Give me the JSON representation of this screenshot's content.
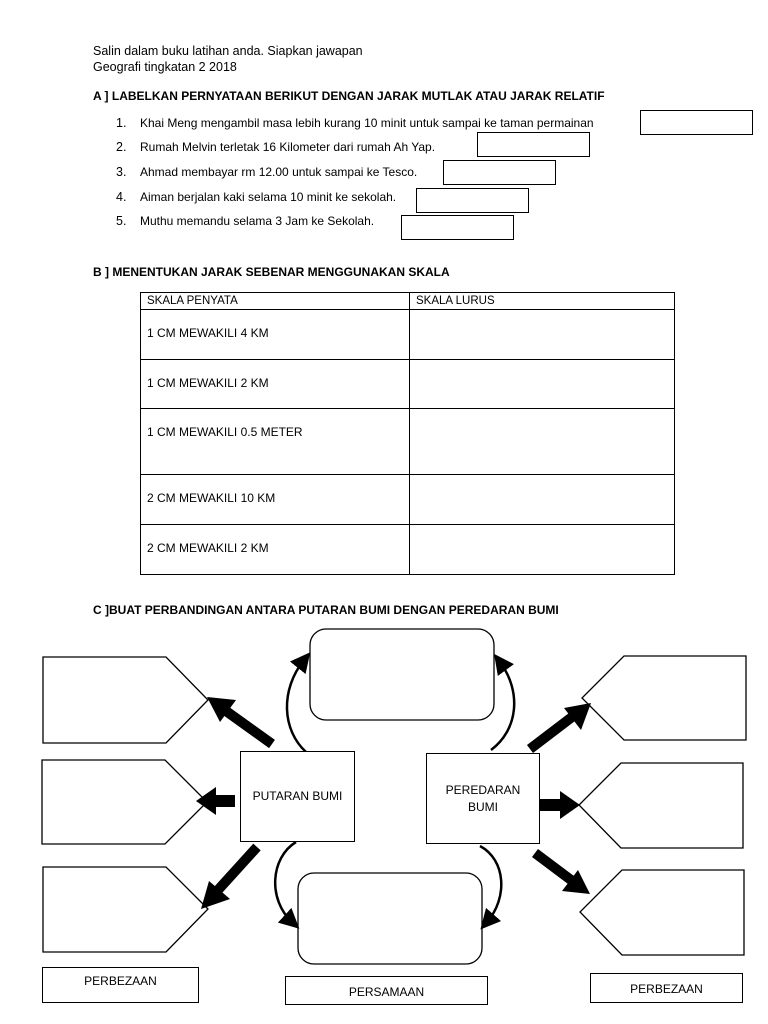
{
  "header": {
    "line1": "Salin dalam buku latihan anda. Siapkan jawapan",
    "line2": "Geografi tingkatan 2 2018"
  },
  "section_a": {
    "title": "A ] LABELKAN PERNYATAAN BERIKUT DENGAN JARAK MUTLAK ATAU JARAK RELATIF",
    "questions": [
      {
        "num": "1.",
        "text": "Khai Meng mengambil masa lebih kurang 10 minit untuk sampai ke taman permainan"
      },
      {
        "num": "2.",
        "text": "Rumah Melvin terletak 16 Kilometer dari rumah Ah Yap."
      },
      {
        "num": "3.",
        "text": "Ahmad membayar rm 12.00 untuk sampai ke Tesco."
      },
      {
        "num": "4.",
        "text": "Aiman berjalan kaki selama 10 minit ke sekolah."
      },
      {
        "num": "5.",
        "text": "Muthu memandu selama 3 Jam ke Sekolah."
      }
    ]
  },
  "section_b": {
    "title": "B ] MENENTUKAN JARAK SEBENAR MENGGUNAKAN SKALA",
    "headers": [
      "SKALA PENYATA",
      "SKALA LURUS"
    ],
    "rows": [
      [
        "1 CM MEWAKILI 4 KM",
        ""
      ],
      [
        "1 CM MEWAKILI 2 KM",
        ""
      ],
      [
        "1 CM MEWAKILI 0.5 METER",
        ""
      ],
      [
        "2 CM MEWAKILI 10 KM",
        ""
      ],
      [
        "2 CM MEWAKILI 2 KM",
        ""
      ]
    ]
  },
  "section_c": {
    "title": "C ]BUAT PERBANDINGAN ANTARA PUTARAN BUMI DENGAN PEREDARAN BUMI",
    "left_center": "PUTARAN BUMI",
    "right_center_line1": "PEREDARAN",
    "right_center_line2": "BUMI",
    "label_left": "PERBEZAAN",
    "label_middle": "PERSAMAAN",
    "label_right": "PERBEZAAN"
  }
}
